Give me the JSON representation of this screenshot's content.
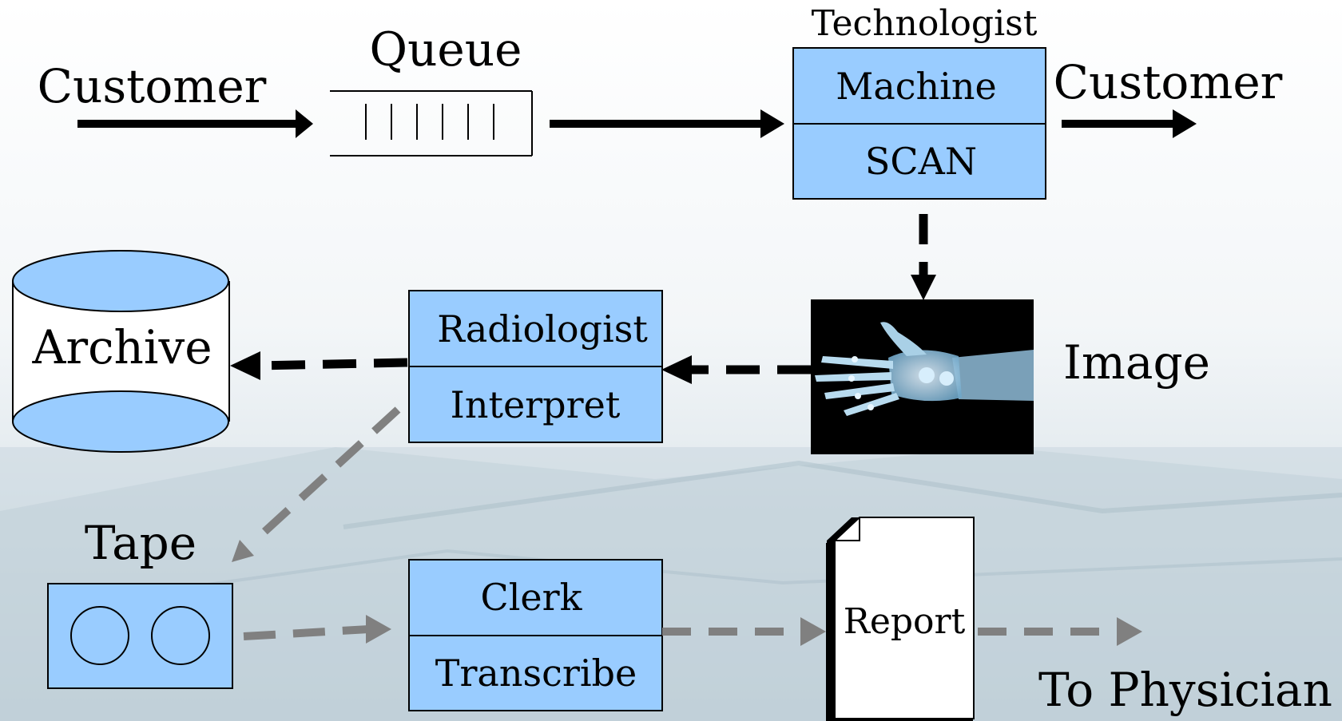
{
  "flow": {
    "customer_in": "Customer",
    "queue_label": "Queue",
    "technologist_label": "Technologist",
    "machine_label": "Machine",
    "scan_label": "SCAN",
    "customer_out": "Customer"
  },
  "imaging": {
    "image_label": "Image",
    "radiologist_label": "Radiologist",
    "interpret_label": "Interpret",
    "archive_label": "Archive"
  },
  "reporting": {
    "tape_label": "Tape",
    "clerk_label": "Clerk",
    "transcribe_label": "Transcribe",
    "report_label": "Report",
    "to_physician_label": "To Physician"
  },
  "colors": {
    "box_fill": "#99CCFF",
    "stroke": "#000000",
    "dashed_gray": "#808080",
    "xray_bg": "#000000",
    "background_tint": "#dbe6ec"
  },
  "icons": [
    "xray-hand-image",
    "tape-reel-icon",
    "archive-cylinder-icon",
    "report-document-icon"
  ]
}
